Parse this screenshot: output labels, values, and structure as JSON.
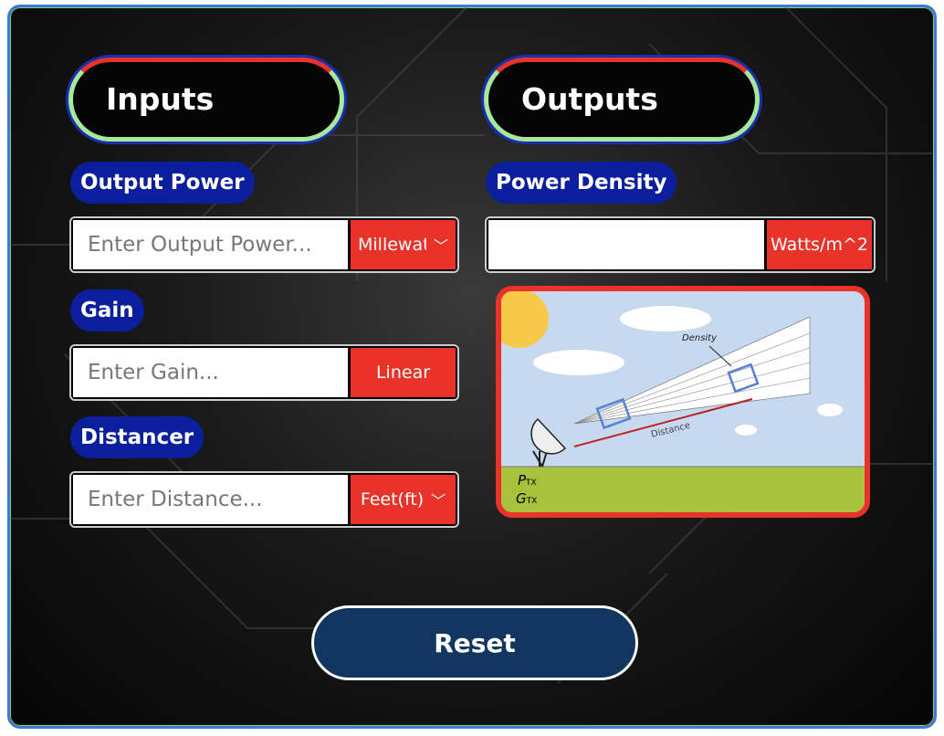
{
  "inputs": {
    "title": "Inputs",
    "output_power": {
      "label": "Output Power",
      "placeholder": "Enter Output Power...",
      "unit": "Millewatts"
    },
    "gain": {
      "label": "Gain",
      "placeholder": "Enter Gain...",
      "unit": "Linear"
    },
    "distance": {
      "label": "Distancer",
      "placeholder": "Enter Distance...",
      "unit": "Feet(ft)"
    }
  },
  "outputs": {
    "title": "Outputs",
    "power_density": {
      "label": "Power Density",
      "value": "",
      "unit": "Watts/m^2"
    },
    "diagram": {
      "density": "Density",
      "distance": "Distance",
      "ptx": "P",
      "gtx": "G",
      "sub": "TX"
    }
  },
  "reset_label": "Reset",
  "colors": {
    "accent": "#e8322a",
    "label_bg": "#0b1f9c",
    "reset_bg": "#12365f"
  }
}
